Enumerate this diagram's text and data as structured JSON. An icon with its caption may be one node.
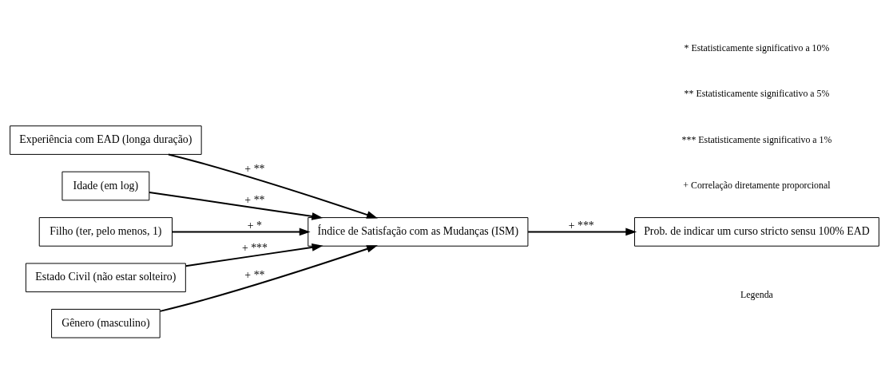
{
  "diagram": {
    "nodes": [
      {
        "text": [
          "Experiência com EAD (longa duração)"
        ]
      },
      {
        "text": [
          "Idade (em log)"
        ]
      },
      {
        "text": [
          "Filho (ter, pelo menos, 1)"
        ]
      },
      {
        "text": [
          "Estado Civil (não estar solteiro)"
        ]
      },
      {
        "text": [
          "Gênero (masculino)"
        ]
      },
      {
        "text": [
          "Índice de Satisfação com as Mudanças (ISM)"
        ]
      },
      {
        "text": [
          "Prob. de indicar um curso stricto sensu 100% EAD"
        ]
      }
    ],
    "edges": [
      {
        "from": 0,
        "to": 5,
        "arrow": "to",
        "label": "+ **"
      },
      {
        "from": 1,
        "to": 5,
        "arrow": "to",
        "label": "+ **"
      },
      {
        "from": 2,
        "to": 5,
        "arrow": "to",
        "label": "+ *"
      },
      {
        "from": 3,
        "to": 5,
        "arrow": "to",
        "label": "+ ***"
      },
      {
        "from": 4,
        "to": 5,
        "arrow": "to",
        "label": "+ **"
      },
      {
        "from": 5,
        "to": 6,
        "arrow": "to",
        "label": "+ ***"
      }
    ],
    "labels": [
      "Legenda",
      "+ Correlação diretamente proporcional",
      "*** Estatisticamente significativo a 1%",
      "** Estatisticamente significativo a 5%",
      "* Estatisticamente significativo a 10%"
    ]
  }
}
